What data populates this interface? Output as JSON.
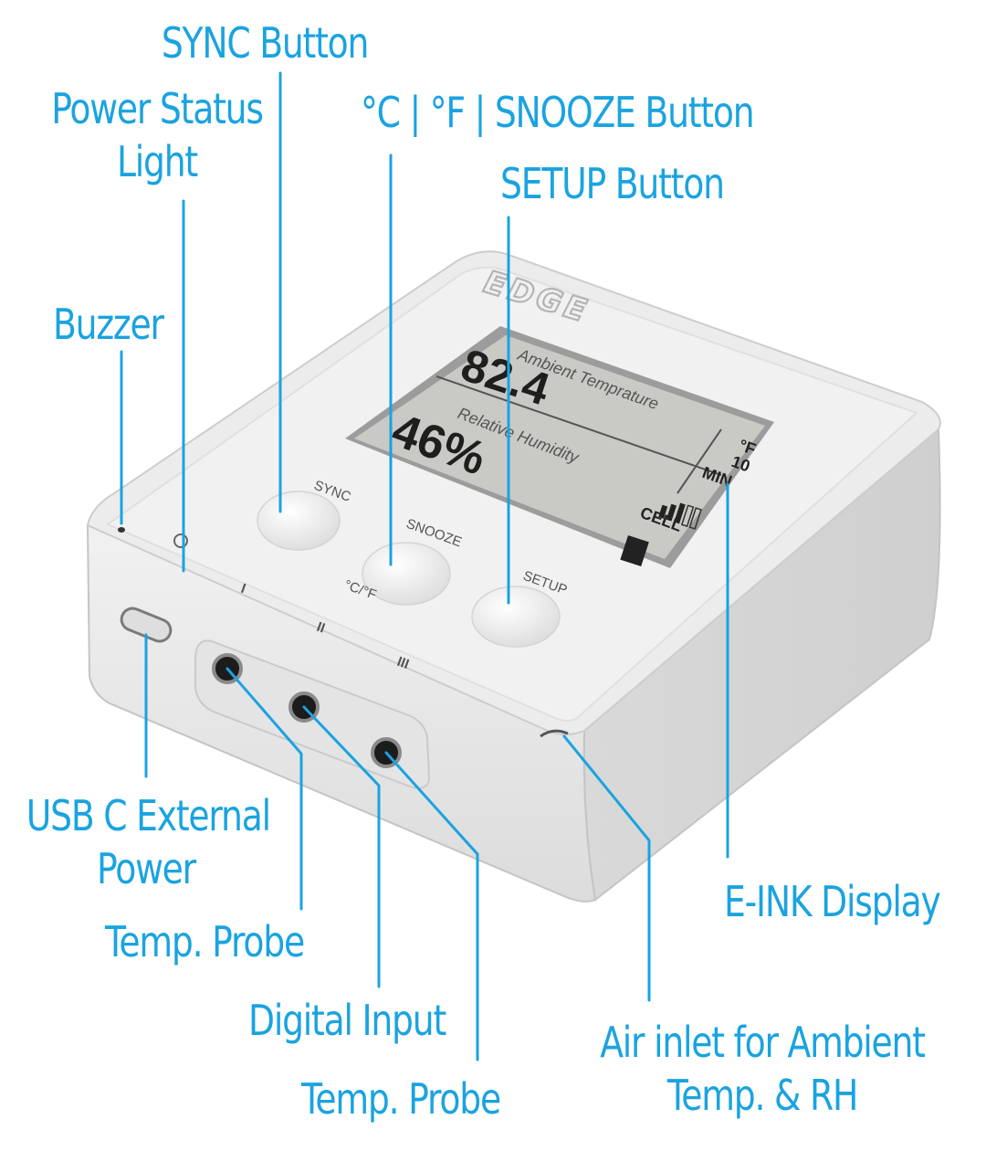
{
  "callouts": {
    "sync_button": "SYNC Button",
    "power_status_line1": "Power Status",
    "power_status_line2": "Light",
    "snooze_button": "°C | °F | SNOOZE Button",
    "setup_button": "SETUP Button",
    "buzzer": "Buzzer",
    "usb_line1": "USB C External",
    "usb_line2": "Power",
    "temp_probe_1": "Temp. Probe",
    "digital_input": "Digital Input",
    "temp_probe_2": "Temp. Probe",
    "eink_display": "E-INK Display",
    "air_inlet_line1": "Air inlet for Ambient",
    "air_inlet_line2": "Temp. & RH"
  },
  "device": {
    "brand": "EDGE",
    "button_labels": {
      "sync": "SYNC",
      "snooze": "SNOOZE",
      "unit": "°C/°F",
      "setup": "SETUP"
    },
    "port_labels": [
      "I",
      "II",
      "III"
    ],
    "screen": {
      "temperature": "82.4",
      "temperature_label": "Ambient Temprature",
      "humidity": "46%",
      "humidity_label": "Relative Humidity",
      "unit": "°F",
      "interval_value": "10",
      "interval_unit": "MIN",
      "signal_label": "CELL"
    }
  },
  "colors": {
    "callout": "#1aa3e0",
    "leader_line": "#1aa3e0",
    "device_body": "#e8e8e8",
    "screen_bg": "#c9c9c6"
  }
}
